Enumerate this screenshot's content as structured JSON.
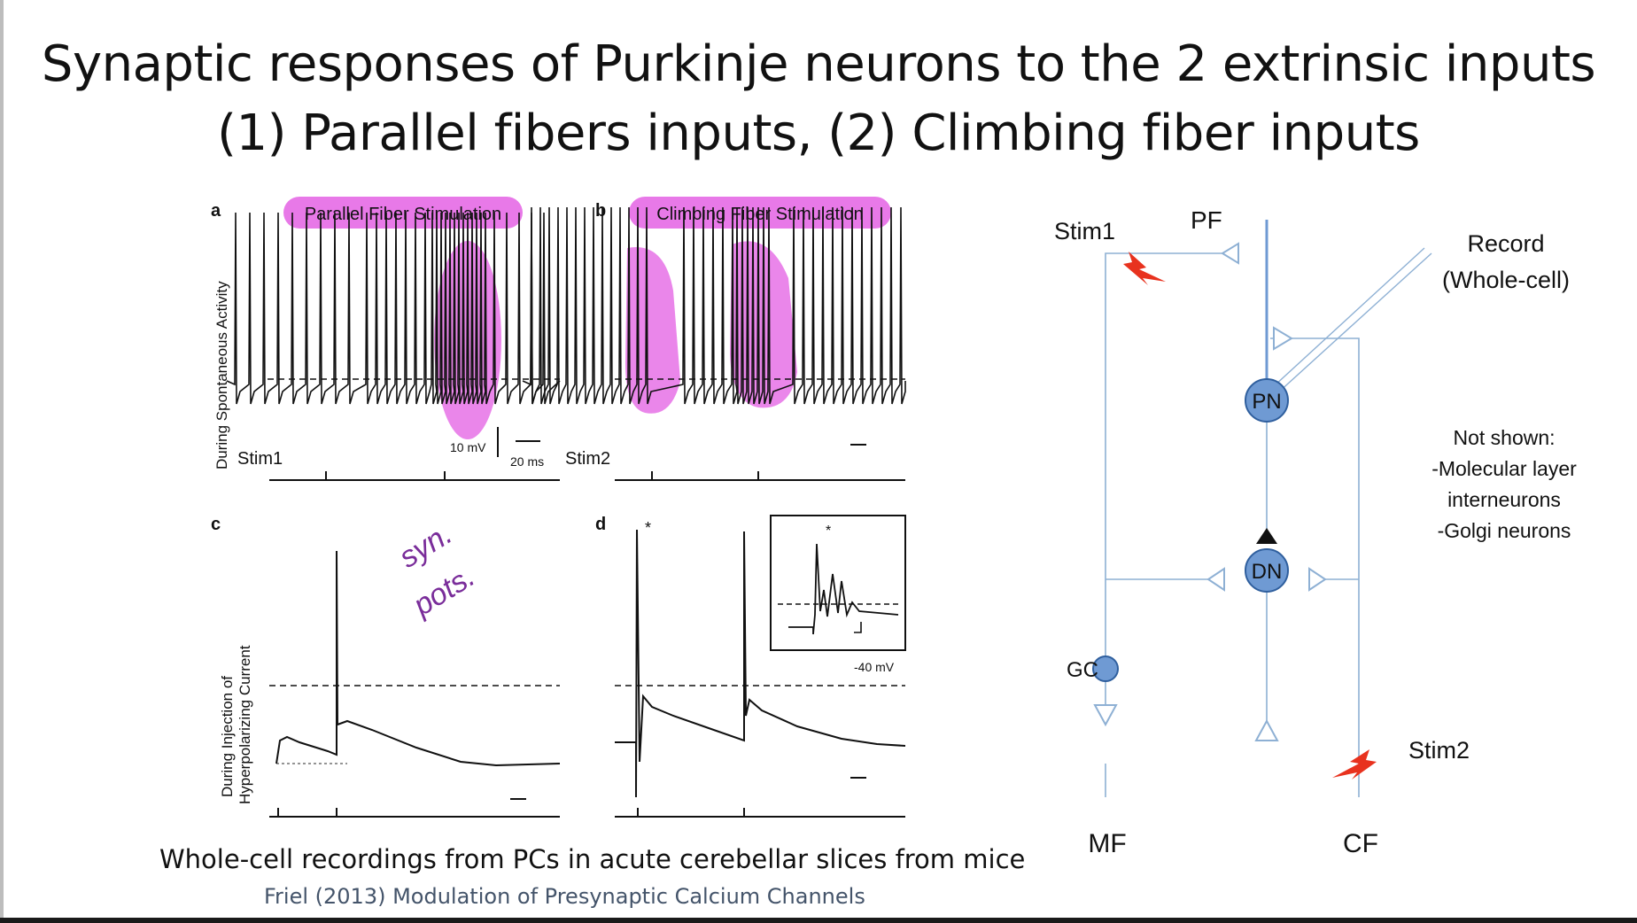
{
  "slide": {
    "title_line1": "Synaptic responses of Purkinje neurons to the 2 extrinsic inputs",
    "title_line2": "(1) Parallel fibers inputs, (2) Climbing fiber inputs",
    "caption": "Whole-cell recordings from PCs in acute cerebellar slices from mice",
    "citation": "Friel (2013) Modulation of Presynaptic Calcium Channels"
  },
  "figure": {
    "panel_a": {
      "letter": "a",
      "banner": "Parallel Fiber Stimulation",
      "stim_label": "Stim1",
      "scale_mv": "10 mV",
      "scale_ms": "20 ms"
    },
    "panel_b": {
      "letter": "b",
      "banner": "Climbing Fiber Stimulation",
      "stim_label": "Stim2"
    },
    "panel_c": {
      "letter": "c"
    },
    "panel_d": {
      "letter": "d",
      "inset_label": "-40 mV",
      "star": "*"
    },
    "row1_ylabel": "During Spontaneous Activity",
    "row2_ylabel_1": "During Injection of",
    "row2_ylabel_2": "Hyperpolarizing Current",
    "handwriting_1": "syn.",
    "handwriting_2": "pots."
  },
  "diagram": {
    "stim1": "Stim1",
    "pf": "PF",
    "record_1": "Record",
    "record_2": "(Whole-cell)",
    "pn": "PN",
    "dn": "DN",
    "gc": "GC",
    "stim2": "Stim2",
    "mf": "MF",
    "cf": "CF",
    "not_shown_1": "Not shown:",
    "not_shown_2": "-Molecular layer",
    "not_shown_3": "interneurons",
    "not_shown_4": "-Golgi neurons"
  },
  "colors": {
    "highlight": "#e879e8",
    "wire": "#8eb0d4",
    "node_fill": "#6f9ad3",
    "node_stroke": "#2f5f9e",
    "spark": "#e8321e"
  }
}
